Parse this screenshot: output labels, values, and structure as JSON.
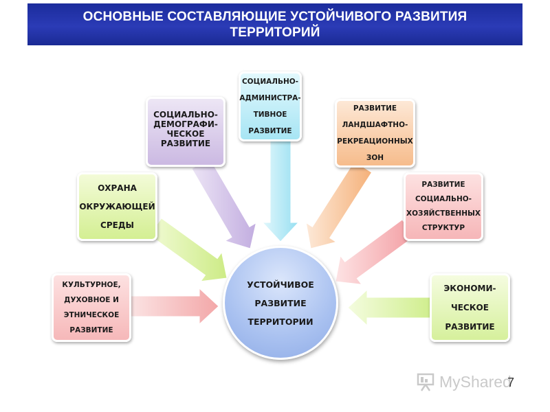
{
  "title": {
    "line1": "ОСНОВНЫЕ СОСТАВЛЯЮЩИЕ УСТОЙЧИВОГО РАЗВИТИЯ",
    "line2": "ТЕРРИТОРИЙ"
  },
  "center": {
    "lines": [
      "УСТОЙЧИВОЕ",
      "РАЗВИТИЕ",
      "ТЕРРИТОРИИ"
    ]
  },
  "nodes": {
    "cultural": {
      "lines": [
        "КУЛЬТУРНОЕ,",
        "ДУХОВНОЕ И",
        "ЭТНИЧЕСКОЕ",
        "РАЗВИТИЕ"
      ],
      "color": "#f6b8b9"
    },
    "environment": {
      "lines": [
        "ОХРАНА",
        "ОКРУЖАЮЩЕЙ",
        "СРЕДЫ"
      ],
      "color": "#d4ef93"
    },
    "demographic": {
      "lines": [
        "СОЦИАЛЬНО-",
        "ДЕМОГРАФИ-",
        "ЧЕСКОЕ",
        "РАЗВИТИЕ"
      ],
      "color": "#cbb9e2"
    },
    "administrative": {
      "lines": [
        "СОЦИАЛЬНО-",
        "АДМИНИСТРА-",
        "ТИВНОЕ",
        "РАЗВИТИЕ"
      ],
      "color": "#a7e5f4"
    },
    "landscape": {
      "lines": [
        "РАЗВИТИЕ",
        "ЛАНДШАФТНО-",
        "РЕКРЕАЦИОННЫХ",
        "ЗОН"
      ],
      "color": "#f6bc8c"
    },
    "economic_structures": {
      "lines": [
        "РАЗВИТИЕ",
        "СОЦИАЛЬНО-",
        "ХОЗЯЙСТВЕННЫХ",
        "СТРУКТУР"
      ],
      "color": "#f6b6b8"
    },
    "economic": {
      "lines": [
        "ЭКОНОМИ-",
        "ЧЕСКОЕ",
        "РАЗВИТИЕ"
      ],
      "color": "#d6f09c"
    }
  },
  "page_number": "7",
  "watermark": "MyShared"
}
